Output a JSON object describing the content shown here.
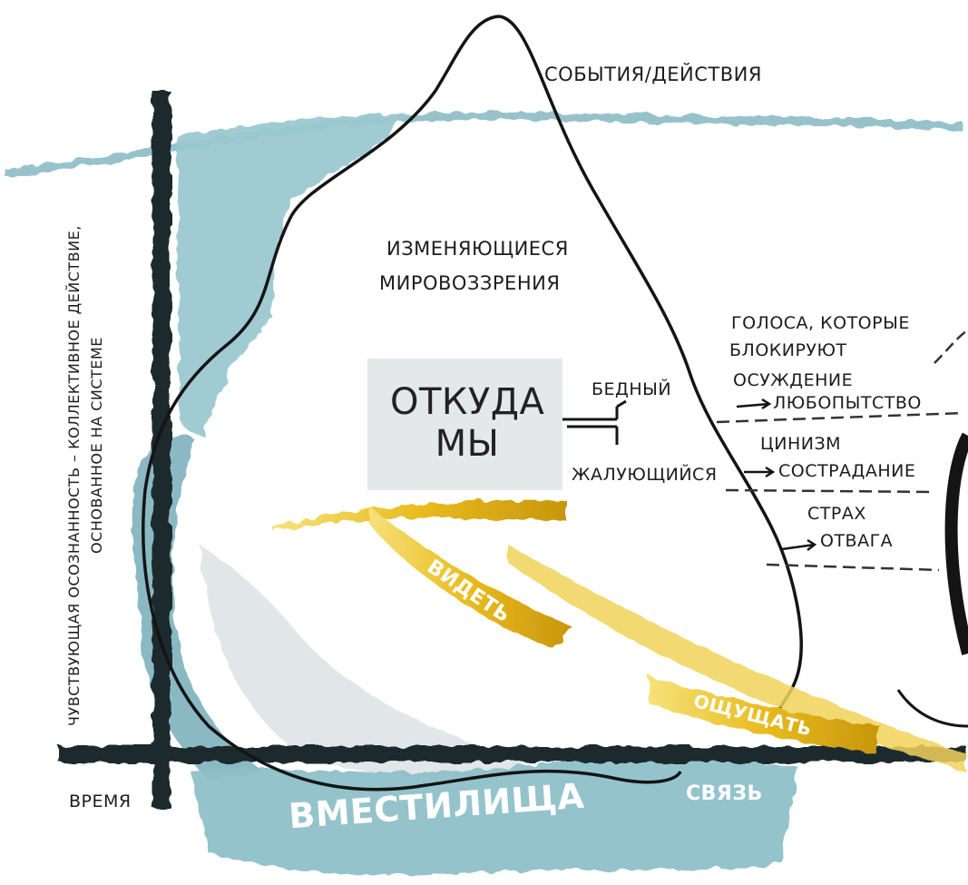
{
  "top": {
    "events": "СОБЫТИЯ/ДЕЙСТВИЯ"
  },
  "worldviews": {
    "line1": "ИЗМЕНЯЮЩИЕСЯ",
    "line2": "МИРОВОЗЗРЕНИЯ"
  },
  "center": {
    "line1": "ОТКУДА",
    "line2": "МЫ"
  },
  "branches": {
    "upper": "БЕДНЫЙ",
    "lower": "ЖАЛУЮЩИЙСЯ"
  },
  "voices": {
    "title_line1": "ГОЛОСА, КОТОРЫЕ",
    "title_line2": "БЛОКИРУЮТ",
    "pair1_from": "ОСУЖДЕНИЕ",
    "pair1_to": "ЛЮБОПЫТСТВО",
    "pair2_from": "ЦИНИЗМ",
    "pair2_to": "СОСТРАДАНИЕ",
    "pair3_from": "СТРАХ",
    "pair3_to": "ОТВАГА"
  },
  "axis": {
    "y_line1": "ЧУВСТВУЮЩАЯ ОСОЗНАННОСТЬ – КОЛЛЕКТИВНОЕ ДЕЙСТВИЕ,",
    "y_line2": "ОСНОВАННОЕ НА СИСТЕМЕ",
    "x": "ВРЕМЯ"
  },
  "strokes": {
    "see": "ВИДЕТЬ",
    "feel": "ОЩУЩАТЬ"
  },
  "bottom": {
    "holding": "ВМЕСТИЛИЩА",
    "connection": "СВЯЗЬ"
  },
  "colors": {
    "teal": "#8cbcc6",
    "ink": "#141414",
    "gold": "#e8b820",
    "axis": "#1c2b2e"
  }
}
